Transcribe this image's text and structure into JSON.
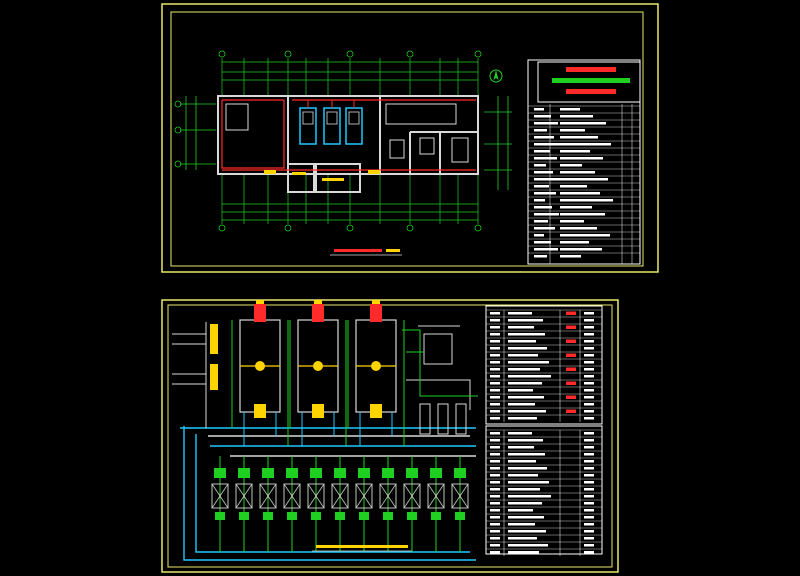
{
  "canvas": {
    "background": "#000000"
  },
  "colors": {
    "frame": "#e8e86a",
    "wall": "#d9d9d9",
    "grid": "#20d020",
    "hot": "#ff2a2a",
    "cold": "#20c8ff",
    "equip": "#ffd400",
    "dim": "#20d020",
    "table": "#ffffff",
    "accent_red": "#ff2a2a",
    "accent_green": "#20d020"
  },
  "sheets": [
    {
      "id": "floor-plan",
      "kind": "boiler-room-floor-plan",
      "equipment_units": 3,
      "legend_color_bars": 3
    },
    {
      "id": "system-diagram",
      "kind": "heating-system-schematic",
      "equipment_units": 3
    }
  ],
  "icons": [
    "north-arrow-icon"
  ]
}
